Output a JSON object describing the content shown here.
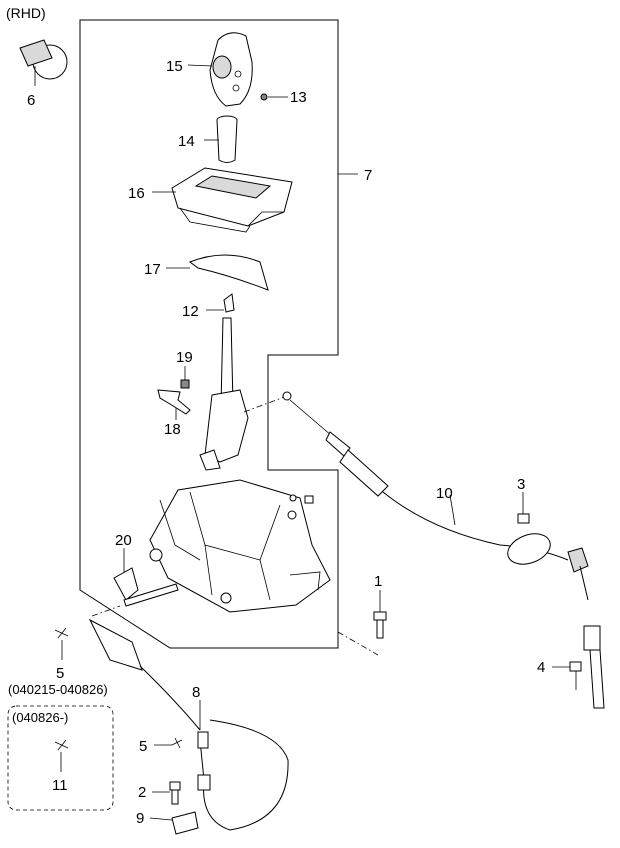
{
  "header": {
    "variant": "(RHD)"
  },
  "callouts": {
    "c1": "1",
    "c2": "2",
    "c3": "3",
    "c4": "4",
    "c5a": "5",
    "c5b": "5",
    "c6": "6",
    "c7": "7",
    "c8": "8",
    "c9": "9",
    "c10": "10",
    "c11": "11",
    "c12": "12",
    "c13": "13",
    "c14": "14",
    "c15": "15",
    "c16": "16",
    "c17": "17",
    "c18": "18",
    "c19": "19",
    "c20": "20"
  },
  "date_ranges": {
    "range_a": "(040215-040826)",
    "range_b": "(040826-)"
  }
}
